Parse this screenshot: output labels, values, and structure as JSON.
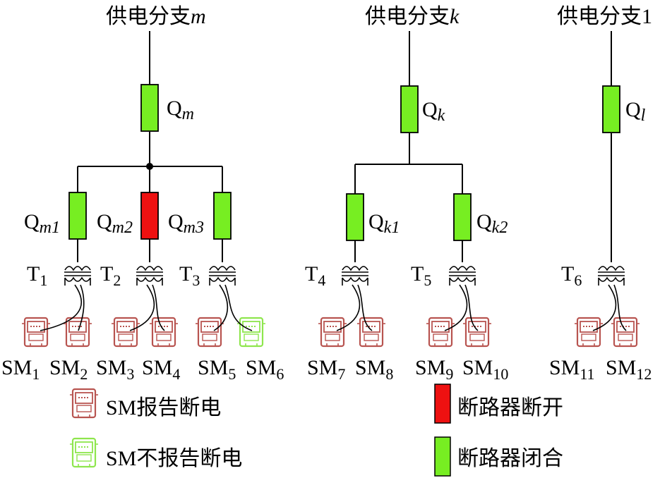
{
  "colors": {
    "closed": "#77ee22",
    "open": "#ee1111",
    "meter_report": "#b85450",
    "meter_noreport": "#8ee64d",
    "line": "#000000"
  },
  "branches": {
    "m": {
      "title_prefix": "供电分支",
      "title_var": "m"
    },
    "k": {
      "title_prefix": "供电分支",
      "title_var": "k"
    },
    "l": {
      "title_prefix": "供电分支",
      "title_var": "1"
    }
  },
  "breakers": [
    {
      "id": "Qm",
      "label_main": "Q",
      "label_sub": "m",
      "state": "closed"
    },
    {
      "id": "Qm1",
      "label_main": "Q",
      "label_sub": "m1",
      "state": "closed"
    },
    {
      "id": "Qm2",
      "label_main": "Q",
      "label_sub": "m2",
      "state": "open"
    },
    {
      "id": "Qm3",
      "label_main": "Q",
      "label_sub": "m3",
      "state": "closed"
    },
    {
      "id": "Qk",
      "label_main": "Q",
      "label_sub": "k",
      "state": "closed"
    },
    {
      "id": "Qk1",
      "label_main": "Q",
      "label_sub": "k1",
      "state": "closed"
    },
    {
      "id": "Qk2",
      "label_main": "Q",
      "label_sub": "k2",
      "state": "closed"
    },
    {
      "id": "Ql",
      "label_main": "Q",
      "label_sub": "l",
      "state": "closed"
    }
  ],
  "transformers": [
    {
      "main": "T",
      "sub": "1"
    },
    {
      "main": "T",
      "sub": "2"
    },
    {
      "main": "T",
      "sub": "3"
    },
    {
      "main": "T",
      "sub": "4"
    },
    {
      "main": "T",
      "sub": "5"
    },
    {
      "main": "T",
      "sub": "6"
    }
  ],
  "meters": [
    {
      "main": "SM",
      "sub": "1",
      "reports": true
    },
    {
      "main": "SM",
      "sub": "2",
      "reports": true
    },
    {
      "main": "SM",
      "sub": "3",
      "reports": true
    },
    {
      "main": "SM",
      "sub": "4",
      "reports": true
    },
    {
      "main": "SM",
      "sub": "5",
      "reports": true
    },
    {
      "main": "SM",
      "sub": "6",
      "reports": false
    },
    {
      "main": "SM",
      "sub": "7",
      "reports": true
    },
    {
      "main": "SM",
      "sub": "8",
      "reports": true
    },
    {
      "main": "SM",
      "sub": "9",
      "reports": true
    },
    {
      "main": "SM",
      "sub": "10",
      "reports": true
    },
    {
      "main": "SM",
      "sub": "11",
      "reports": true
    },
    {
      "main": "SM",
      "sub": "12",
      "reports": true
    }
  ],
  "legend": {
    "meter_report": "SM报告断电",
    "meter_noreport": "SM不报告断电",
    "breaker_open": "断路器断开",
    "breaker_closed": "断路器闭合"
  }
}
